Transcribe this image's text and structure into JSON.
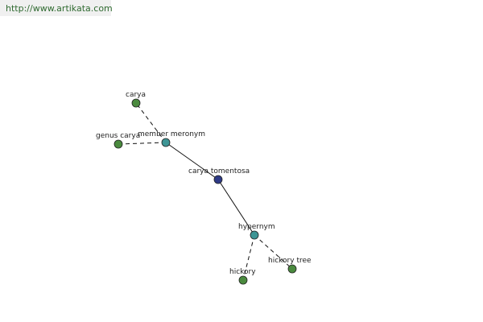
{
  "url": "http://www.artikata.com",
  "colors": {
    "central": "#2e3a86",
    "relation": "#3e9595",
    "term": "#4a8a3e"
  },
  "nodes": [
    {
      "id": "carya-tomentosa",
      "label": "carya tomentosa",
      "kind": "central"
    },
    {
      "id": "member-meronym",
      "label": "member meronym",
      "kind": "relation"
    },
    {
      "id": "hypernym",
      "label": "hypernym",
      "kind": "relation"
    },
    {
      "id": "carya",
      "label": "carya",
      "kind": "term"
    },
    {
      "id": "genus-carya",
      "label": "genus carya",
      "kind": "term"
    },
    {
      "id": "hickory",
      "label": "hickory",
      "kind": "term"
    },
    {
      "id": "hickory-tree",
      "label": "hickory tree",
      "kind": "term"
    }
  ],
  "edges": [
    {
      "from": "carya-tomentosa",
      "to": "member-meronym",
      "style": "solid"
    },
    {
      "from": "carya-tomentosa",
      "to": "hypernym",
      "style": "solid"
    },
    {
      "from": "member-meronym",
      "to": "carya",
      "style": "dashed"
    },
    {
      "from": "member-meronym",
      "to": "genus-carya",
      "style": "dashed"
    },
    {
      "from": "hypernym",
      "to": "hickory",
      "style": "dashed"
    },
    {
      "from": "hypernym",
      "to": "hickory-tree",
      "style": "dashed"
    }
  ]
}
